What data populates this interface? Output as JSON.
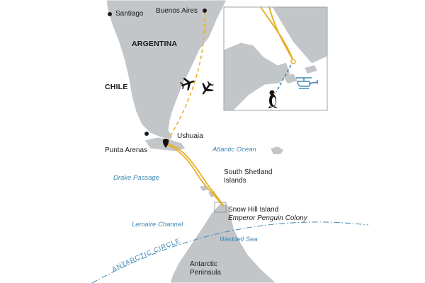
{
  "cities": {
    "santiago": "Santiago",
    "buenos_aires": "Buenos Aires",
    "ushuaia": "Ushuaia",
    "punta_arenas": "Punta Arenas"
  },
  "countries": {
    "argentina": "ARGENTINA",
    "chile": "CHILE"
  },
  "seas": {
    "atlantic": "Atlantic Ocean",
    "drake": "Drake Passage",
    "lemaire": "Lemaire Channel",
    "weddell": "Weddell Sea"
  },
  "places": {
    "south_shetland_line1": "South Shetland",
    "south_shetland_line2": "Islands",
    "snow_hill": "Snow Hill Island",
    "emperor_colony": "Emperor Penguin Colony",
    "antarctic_line1": "Antarctic",
    "antarctic_line2": "Peninsula"
  },
  "antarctic_circle": "ANTARCTIC CIRCLE",
  "icons": {
    "plane": "plane-icon",
    "helicopter": "helicopter-icon",
    "penguin": "penguin-icon",
    "port": "port-marker-icon"
  },
  "colors": {
    "land": "#c3c6c9",
    "land_edge": "#ffffff",
    "sea": "#ffffff",
    "route": "#e6b02a",
    "helicopter_route": "#3c86b3",
    "label_sea": "#3c86b3",
    "text": "#1b1b1b"
  }
}
